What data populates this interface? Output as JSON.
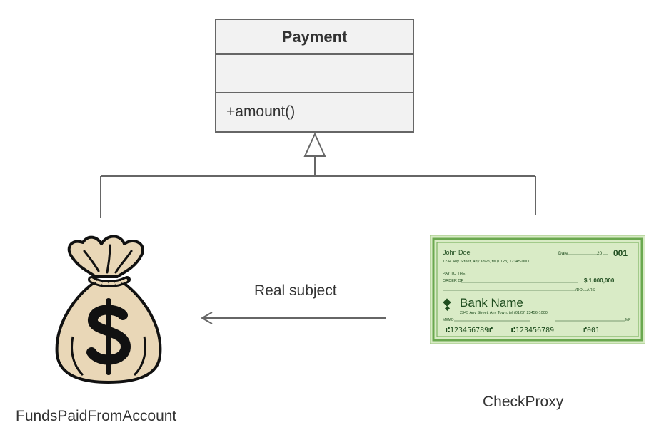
{
  "class": {
    "name": "Payment",
    "attributes": "",
    "operations": "+amount()"
  },
  "edge_label": "Real subject",
  "nodes": {
    "real_subject": "FundsPaidFromAccount",
    "proxy": "CheckProxy"
  },
  "check": {
    "holder_name": "John Doe",
    "holder_address": "1234 Any Street, Any Town, tel (0123) 12345-0000",
    "date_label": "Date",
    "date_year": "20",
    "check_number": "001",
    "pay_to_line1": "PAY TO THE",
    "pay_to_line2": "ORDER OF",
    "amount": "$ 1,000,000",
    "dollars_label": "/DOLLARS",
    "bank_name": "Bank Name",
    "bank_address": "2345 Any Street, Any Town, tel (0123) 23456-1000",
    "memo_label": "MEMO",
    "signature_label": "MP",
    "micr_routing": "⑆123456789⑈",
    "micr_account": "⑆123456789",
    "micr_number": "⑈001"
  },
  "colors": {
    "line": "#666666",
    "class_fill": "#f2f2f2",
    "bag_fill": "#e9d7b7",
    "check_fill": "#d9ebc6",
    "check_border": "#6aa84f",
    "check_text": "#1f4d1f"
  }
}
